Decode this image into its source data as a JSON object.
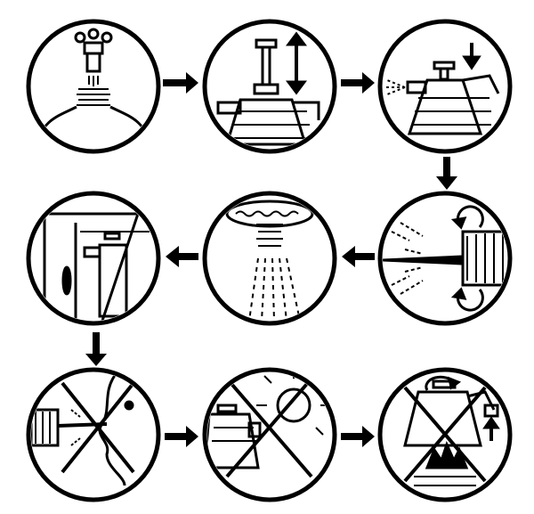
{
  "colors": {
    "ink": "#000000",
    "background": "#ffffff"
  },
  "steps": [
    {
      "icon": "faucet-fill-bottle-icon"
    },
    {
      "icon": "pump-handle-up-down-icon"
    },
    {
      "icon": "press-handle-spray-icon"
    },
    {
      "icon": "rotate-nozzle-adjust-icon"
    },
    {
      "icon": "shower-spray-icon"
    },
    {
      "icon": "sprayer-in-shower-icon"
    },
    {
      "icon": "no-spray-on-face-icon"
    },
    {
      "icon": "no-sun-exposure-icon"
    },
    {
      "icon": "no-heat-fire-icon"
    }
  ],
  "flow_arrows": [
    "right",
    "right",
    "down",
    "left",
    "left",
    "down",
    "right",
    "right"
  ]
}
